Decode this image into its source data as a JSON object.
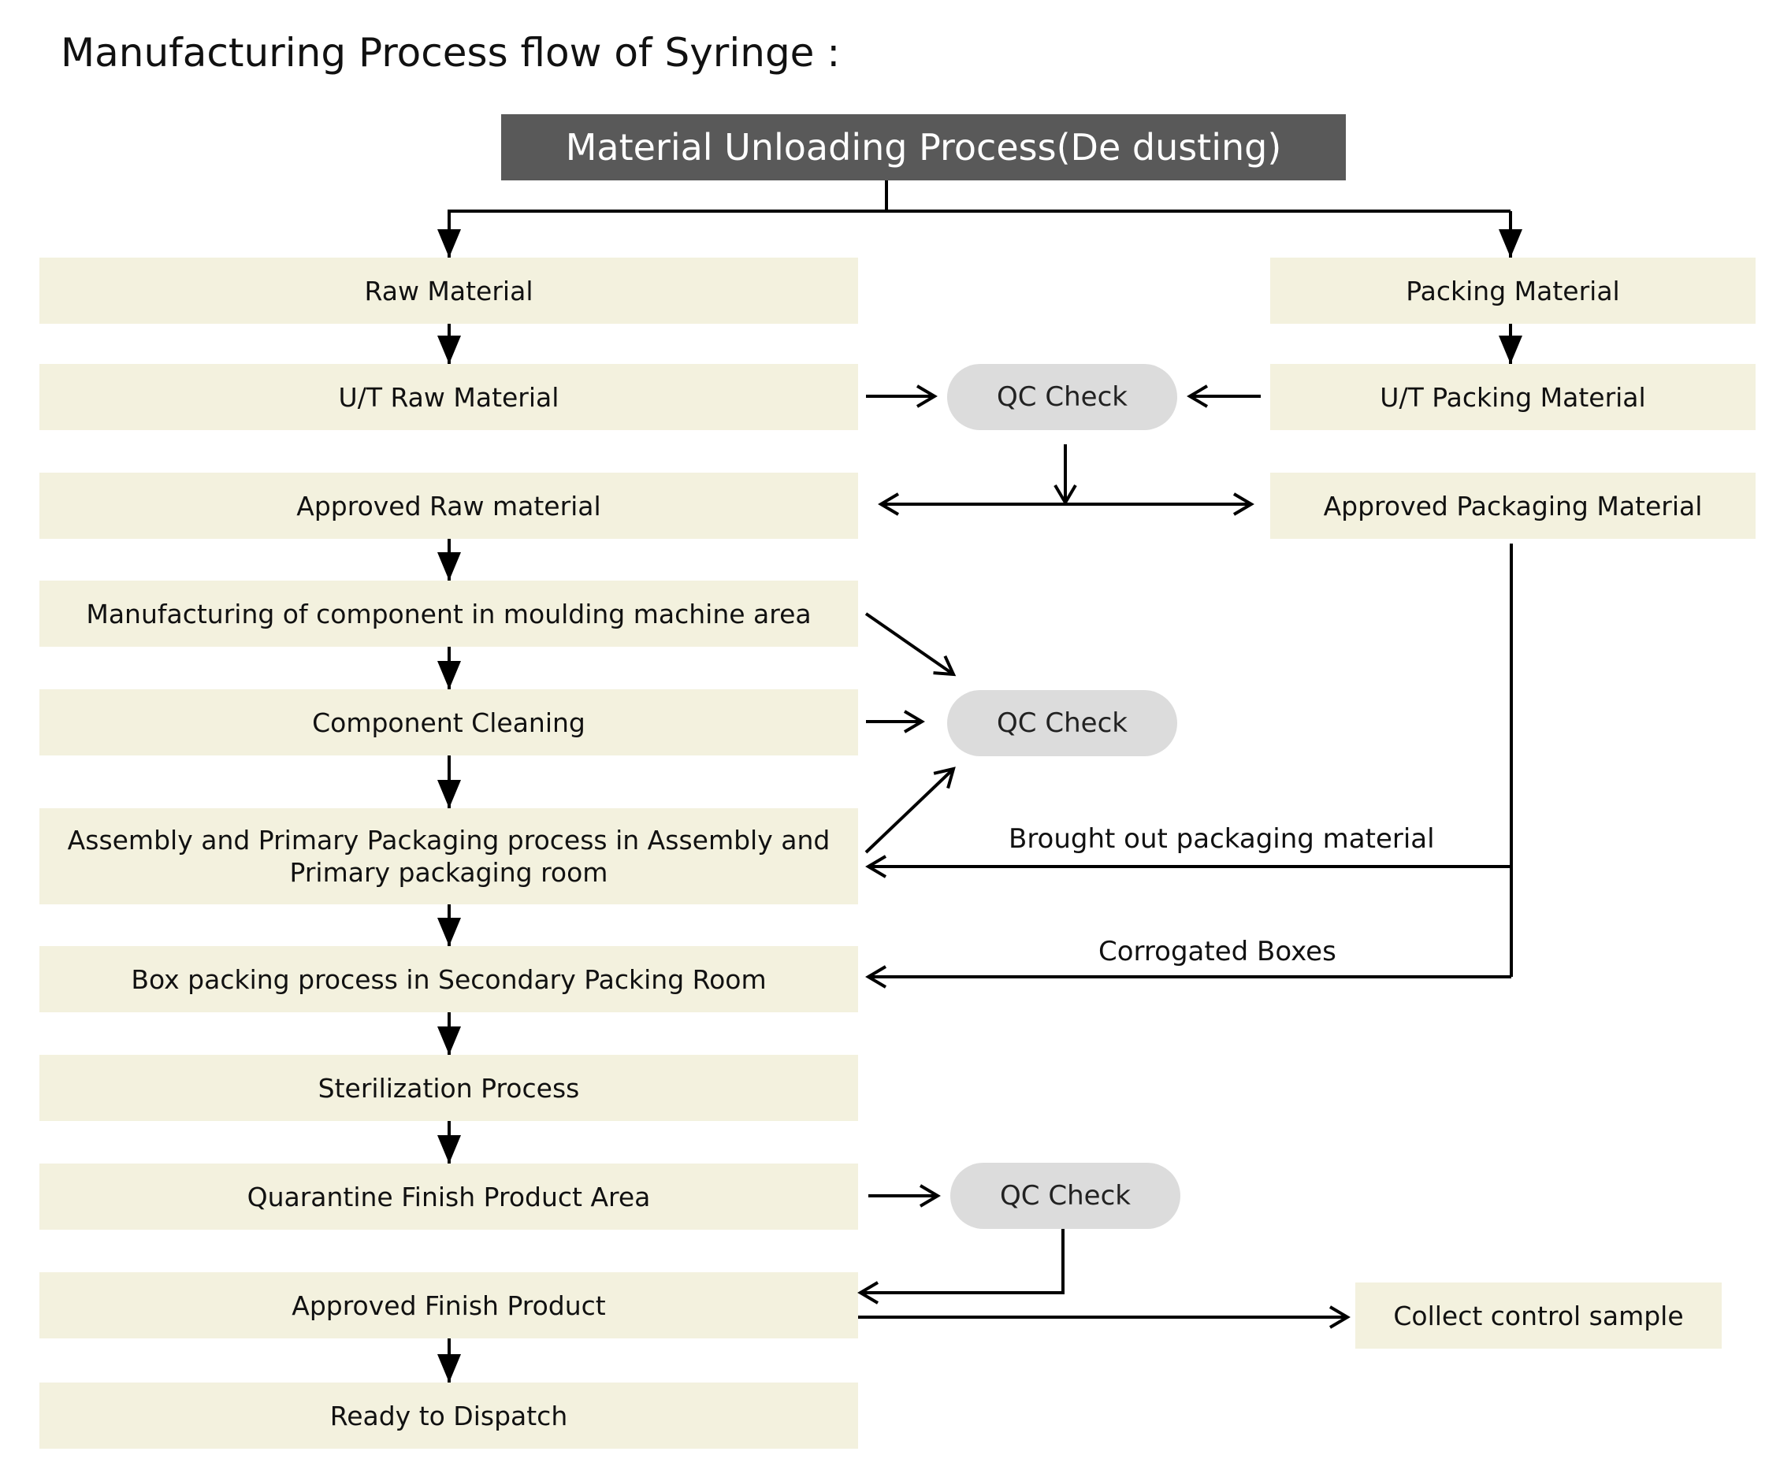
{
  "title": "Manufacturing Process flow of Syringe :",
  "header": "Material Unloading Process(De dusting)",
  "left_column": {
    "raw_material": "Raw Material",
    "ut_raw_material": "U/T Raw Material",
    "approved_raw_material": "Approved Raw material",
    "manufacturing_component": "Manufacturing of component  in moulding machine area",
    "component_cleaning": "Component Cleaning",
    "assembly_line1": "Assembly and Primary Packaging process in  Assembly and",
    "assembly_line2": "Primary packaging room",
    "box_packing": "Box packing process in Secondary Packing Room",
    "sterilization": "Sterilization Process",
    "quarantine": "Quarantine Finish Product Area",
    "approved_finish": "Approved Finish Product",
    "ready_dispatch": "Ready to Dispatch"
  },
  "right_column": {
    "packing_material": "Packing Material",
    "ut_packing_material": "U/T Packing Material",
    "approved_packaging_material": "Approved Packaging Material",
    "collect_control_sample": "Collect control sample"
  },
  "qc": {
    "qc1": "QC Check",
    "qc2": "QC Check",
    "qc3": "QC Check"
  },
  "edge_labels": {
    "brought_out": "Brought out packaging material",
    "corrogated": "Corrogated Boxes"
  },
  "colors": {
    "step_fill": "#f3f1de",
    "header_fill": "#595959",
    "qc_fill": "#dcdcdc",
    "line": "#000000"
  }
}
